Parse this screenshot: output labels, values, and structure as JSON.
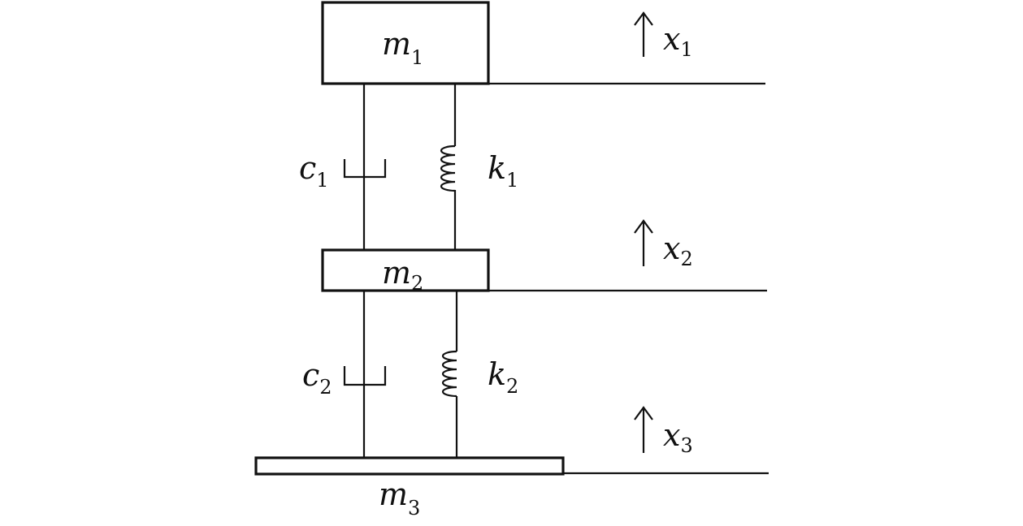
{
  "masses": {
    "m1": {
      "symbol": "m",
      "sub": "1"
    },
    "m2": {
      "symbol": "m",
      "sub": "2"
    },
    "m3": {
      "symbol": "m",
      "sub": "3"
    }
  },
  "dampers": {
    "c1": {
      "symbol": "c",
      "sub": "1"
    },
    "c2": {
      "symbol": "c",
      "sub": "2"
    }
  },
  "springs": {
    "k1": {
      "symbol": "k",
      "sub": "1"
    },
    "k2": {
      "symbol": "k",
      "sub": "2"
    }
  },
  "displacements": {
    "x1": {
      "symbol": "x",
      "sub": "1"
    },
    "x2": {
      "symbol": "x",
      "sub": "2"
    },
    "x3": {
      "symbol": "x",
      "sub": "3"
    }
  }
}
